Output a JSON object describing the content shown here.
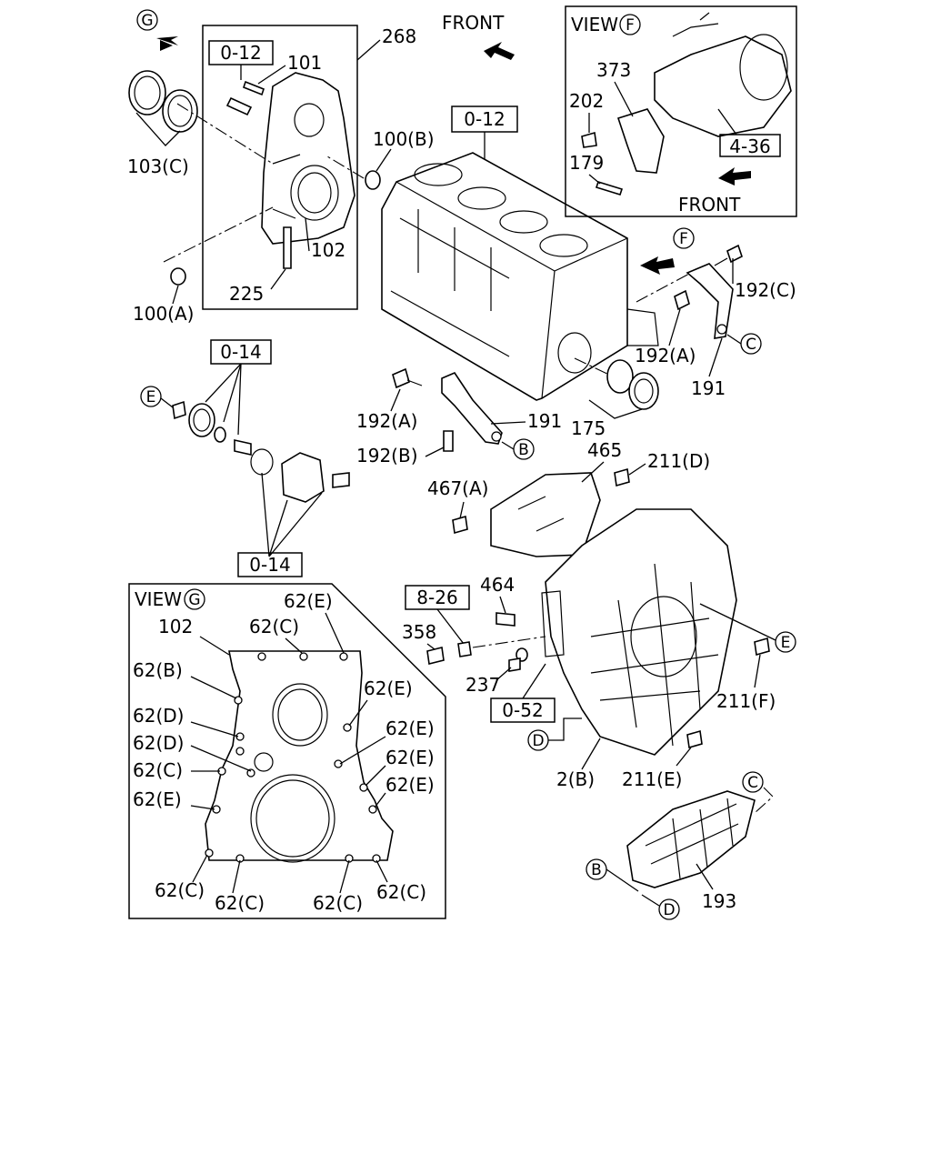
{
  "page": {
    "front_top": "FRONT",
    "front_view_f": "FRONT",
    "view_f": "VIEW",
    "view_f_letter": "F",
    "view_g": "VIEW",
    "view_g_letter": "G"
  },
  "refs": {
    "r1": "0-12",
    "r2": "0-12",
    "r3": "0-14",
    "r4": "0-14",
    "r5": "4-36",
    "r6": "8-26",
    "r7": "0-52"
  },
  "markers": {
    "g": "G",
    "f": "F",
    "e1": "E",
    "e2": "E",
    "c1": "C",
    "c2": "C",
    "b1": "B",
    "b2": "B",
    "d1": "D",
    "d2": "D"
  },
  "labels": {
    "p268": "268",
    "p101": "101",
    "p103c": "103(C)",
    "p100b": "100(B)",
    "p102": "102",
    "p225": "225",
    "p100a": "100(A)",
    "p373": "373",
    "p202": "202",
    "p179": "179",
    "p192c": "192(C)",
    "p192a_r": "192(A)",
    "p191_r": "191",
    "p175": "175",
    "p192a_l": "192(A)",
    "p191_l": "191",
    "p192b": "192(B)",
    "p465": "465",
    "p211d": "211(D)",
    "p467a": "467(A)",
    "p464": "464",
    "p358": "358",
    "p237": "237",
    "p211f": "211(F)",
    "p2b": "2(B)",
    "p211e": "211(E)",
    "p193": "193",
    "g102": "102",
    "g62e_1": "62(E)",
    "g62c_1": "62(C)",
    "g62b": "62(B)",
    "g62e_2": "62(E)",
    "g62d_1": "62(D)",
    "g62e_3": "62(E)",
    "g62d_2": "62(D)",
    "g62e_4": "62(E)",
    "g62c_2": "62(C)",
    "g62e_5": "62(E)",
    "g62e_6": "62(E)",
    "g62c_3": "62(C)",
    "g62c_4": "62(C)",
    "g62c_5": "62(C)",
    "g62c_6": "62(C)"
  }
}
